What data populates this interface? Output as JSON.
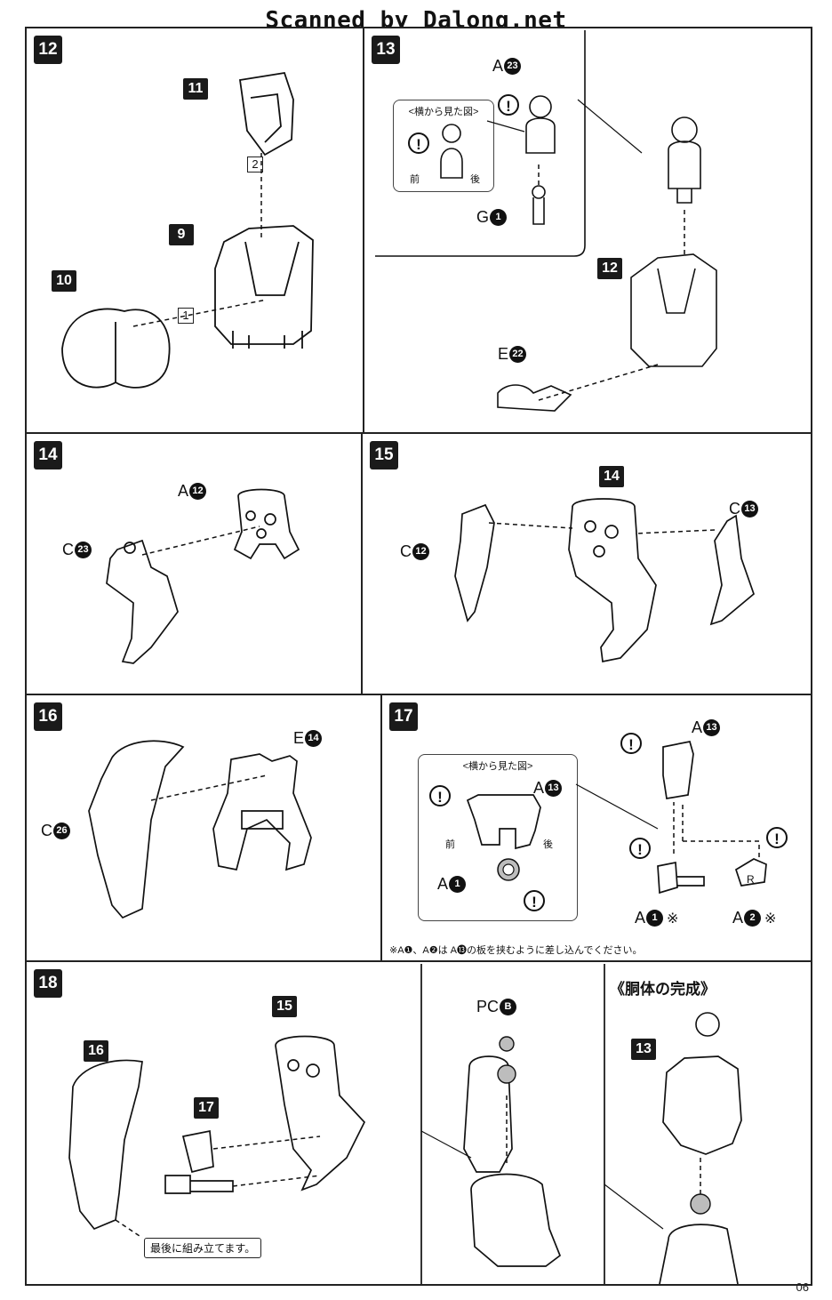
{
  "header": {
    "scan_credit": "Scanned by Dalong.net"
  },
  "page_number": "06",
  "steps": {
    "s12": {
      "number": "12",
      "labels": [
        "11",
        "9",
        "10"
      ],
      "seq": [
        "2",
        "1"
      ]
    },
    "s13": {
      "number": "13",
      "inset_title": "<横から見た図>",
      "front": "前",
      "back": "後",
      "parts": {
        "a23": {
          "letter": "A",
          "num": "23"
        },
        "g1": {
          "letter": "G",
          "num": "1"
        },
        "e22": {
          "letter": "E",
          "num": "22"
        }
      },
      "labels": [
        "12"
      ]
    },
    "s14": {
      "number": "14",
      "parts": {
        "a12": {
          "letter": "A",
          "num": "12"
        },
        "c23": {
          "letter": "C",
          "num": "23"
        }
      }
    },
    "s15": {
      "number": "15",
      "labels": [
        "14"
      ],
      "parts": {
        "c12": {
          "letter": "C",
          "num": "12"
        },
        "c13": {
          "letter": "C",
          "num": "13"
        }
      }
    },
    "s16": {
      "number": "16",
      "parts": {
        "e14": {
          "letter": "E",
          "num": "14"
        },
        "c26": {
          "letter": "C",
          "num": "26"
        }
      }
    },
    "s17": {
      "number": "17",
      "inset_title": "<横から見た図>",
      "front": "前",
      "back": "後",
      "r_mark": "R",
      "parts": {
        "a13": {
          "letter": "A",
          "num": "13"
        },
        "a1": {
          "letter": "A",
          "num": "1"
        },
        "a2": {
          "letter": "A",
          "num": "2"
        }
      },
      "asterisk": "※",
      "note": "※A❶、A❷は A⓭の板を挟むように差し込んでください。"
    },
    "s18": {
      "number": "18",
      "labels": [
        "16",
        "15",
        "17",
        "13"
      ],
      "callout": "最後に組み立てます。",
      "pc": {
        "letter": "PC",
        "num": "B"
      },
      "complete_title": "《胴体の完成》"
    }
  },
  "colors": {
    "ink": "#111111",
    "paper": "#ffffff",
    "tone": "#bdbdbd"
  }
}
